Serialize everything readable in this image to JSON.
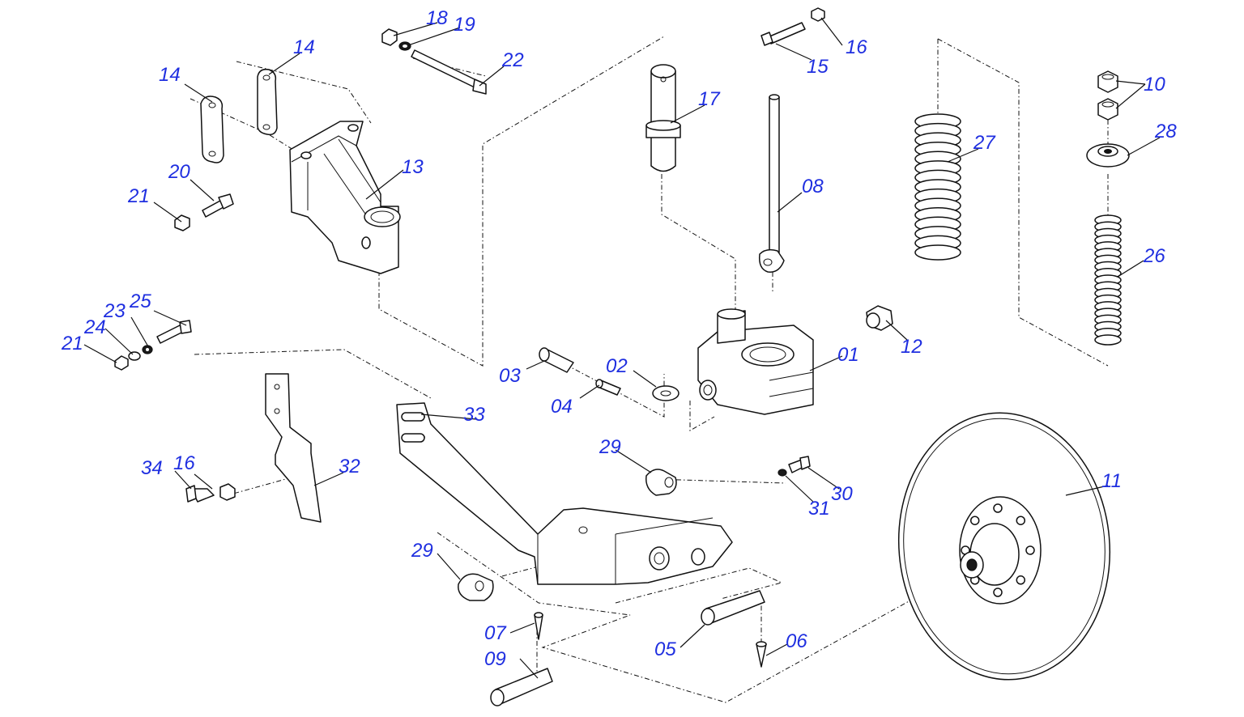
{
  "label_color": "#1f2fe0",
  "line_color": "#111111",
  "callouts": [
    {
      "id": "c18",
      "text": "18"
    },
    {
      "id": "c19",
      "text": "19"
    },
    {
      "id": "c14a",
      "text": "14"
    },
    {
      "id": "c14b",
      "text": "14"
    },
    {
      "id": "c22",
      "text": "22"
    },
    {
      "id": "c13",
      "text": "13"
    },
    {
      "id": "c20",
      "text": "20"
    },
    {
      "id": "c21a",
      "text": "21"
    },
    {
      "id": "c16a",
      "text": "16"
    },
    {
      "id": "c15",
      "text": "15"
    },
    {
      "id": "c17",
      "text": "17"
    },
    {
      "id": "c08",
      "text": "08"
    },
    {
      "id": "c27",
      "text": "27"
    },
    {
      "id": "c10",
      "text": "10"
    },
    {
      "id": "c28",
      "text": "28"
    },
    {
      "id": "c26",
      "text": "26"
    },
    {
      "id": "c12",
      "text": "12"
    },
    {
      "id": "c01",
      "text": "01"
    },
    {
      "id": "c25",
      "text": "25"
    },
    {
      "id": "c23",
      "text": "23"
    },
    {
      "id": "c24",
      "text": "24"
    },
    {
      "id": "c21b",
      "text": "21"
    },
    {
      "id": "c03",
      "text": "03"
    },
    {
      "id": "c02",
      "text": "02"
    },
    {
      "id": "c04",
      "text": "04"
    },
    {
      "id": "c33",
      "text": "33"
    },
    {
      "id": "c29a",
      "text": "29"
    },
    {
      "id": "c34",
      "text": "34"
    },
    {
      "id": "c16b",
      "text": "16"
    },
    {
      "id": "c32",
      "text": "32"
    },
    {
      "id": "c30",
      "text": "30"
    },
    {
      "id": "c31",
      "text": "31"
    },
    {
      "id": "c11",
      "text": "11"
    },
    {
      "id": "c29b",
      "text": "29"
    },
    {
      "id": "c07",
      "text": "07"
    },
    {
      "id": "c09",
      "text": "09"
    },
    {
      "id": "c05",
      "text": "05"
    },
    {
      "id": "c06",
      "text": "06"
    }
  ]
}
